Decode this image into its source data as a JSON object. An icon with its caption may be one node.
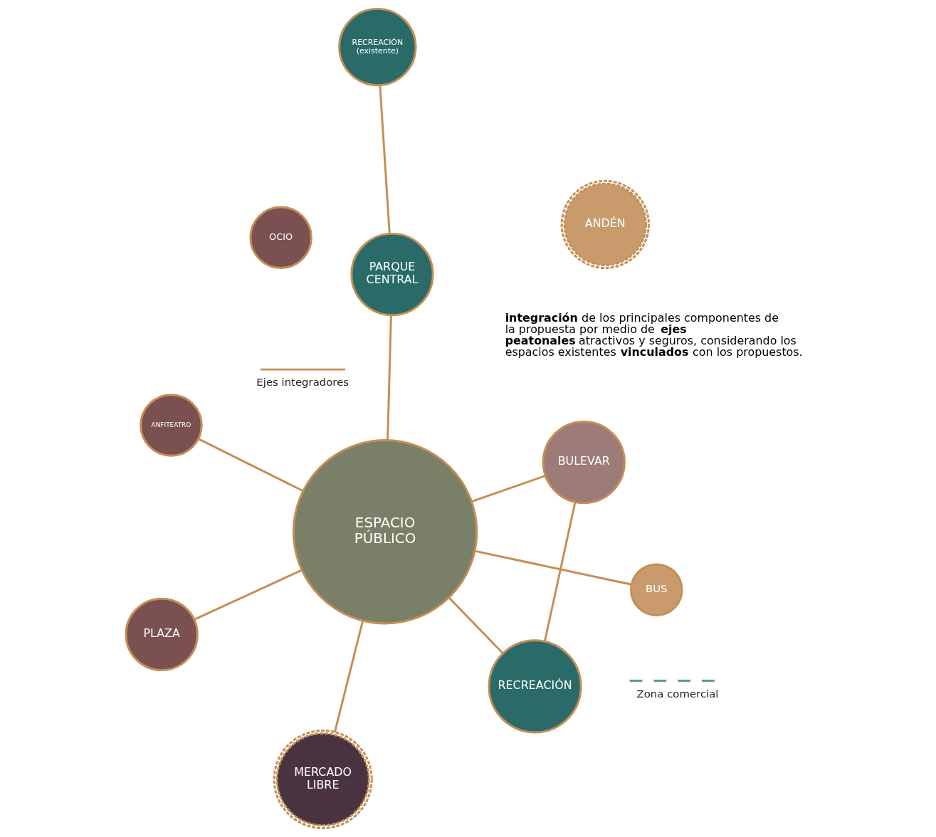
{
  "diagram": {
    "nodes": [
      {
        "text": [
          "RECREACIÓN (existente)"
        ]
      },
      {
        "text": [
          "PARQUE CENTRAL"
        ]
      },
      {
        "text": [
          "RECREACIÓN"
        ]
      },
      {
        "text": [
          "ESPACIO PÚBLICO"
        ]
      },
      {
        "text": [
          "BULEVAR"
        ]
      },
      {
        "text": [
          "OCIO"
        ]
      },
      {
        "text": [
          "ANFITEATRO"
        ]
      },
      {
        "text": [
          "PLAZA"
        ]
      },
      {
        "text": [
          "BUS"
        ]
      },
      {
        "text": [
          "MERCADO LIBRE"
        ]
      },
      {
        "text": [
          "ANDÉN"
        ]
      }
    ],
    "edges": [
      {
        "from": 0,
        "to": 1,
        "arrow": "none"
      },
      {
        "from": 1,
        "to": 3,
        "arrow": "none"
      },
      {
        "from": 2,
        "to": 3,
        "arrow": "none"
      },
      {
        "from": 2,
        "to": 4,
        "arrow": "none"
      },
      {
        "from": 3,
        "to": 4,
        "arrow": "none"
      },
      {
        "from": 3,
        "to": 6,
        "arrow": "none"
      },
      {
        "from": 3,
        "to": 7,
        "arrow": "none"
      },
      {
        "from": 3,
        "to": 9,
        "arrow": "none"
      },
      {
        "from": 3,
        "to": 8,
        "arrow": "none"
      }
    ],
    "labels": [
      "**integración** de los principales componentes de la propuesta por medio de **ejes peatonales** atractivos y seguros, considerando los espacios existentes **vinculados** con los propuestos."
    ],
    "legend": [
      {
        "text": "Ejes integradores"
      },
      {
        "text": "Zona comercial"
      }
    ]
  }
}
